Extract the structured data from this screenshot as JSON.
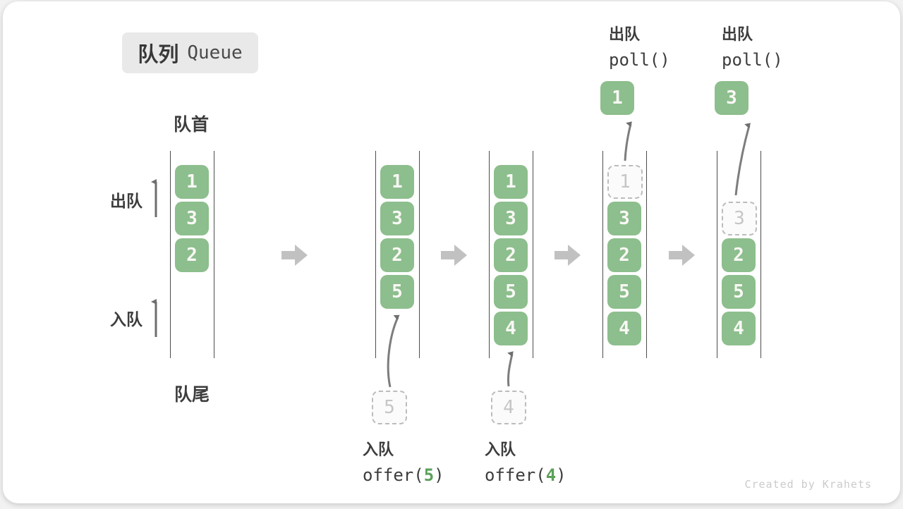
{
  "title": {
    "zh": "队列",
    "en": "Queue"
  },
  "side_labels": {
    "front": "队首",
    "rear": "队尾",
    "dequeue": "出队",
    "enqueue": "入队"
  },
  "colors": {
    "box_green": "#8dbe8d",
    "box_text": "#f8f8f5",
    "accent_green": "#5ba05b",
    "text_dark": "#3d3d3d",
    "rail_line": "#4d4d4d",
    "flow_arrow_gray": "#c1c1c1",
    "thin_arrow_gray": "#7d7d7d",
    "dashed_border": "#bcbcbc",
    "dashed_text": "#c6c6c6",
    "title_chip_bg": "#e9e9e9",
    "watermark_gray": "#cbcbcb"
  },
  "states": [
    {
      "name": "state-1-initial",
      "boxes": [
        {
          "value": "1",
          "slot": 0,
          "style": "solid"
        },
        {
          "value": "3",
          "slot": 1,
          "style": "solid"
        },
        {
          "value": "2",
          "slot": 2,
          "style": "solid"
        }
      ]
    },
    {
      "name": "state-2-after-offer-5",
      "boxes": [
        {
          "value": "1",
          "slot": 0,
          "style": "solid"
        },
        {
          "value": "3",
          "slot": 1,
          "style": "solid"
        },
        {
          "value": "2",
          "slot": 2,
          "style": "solid"
        },
        {
          "value": "5",
          "slot": 3,
          "style": "solid"
        }
      ],
      "pending": {
        "value": "5"
      }
    },
    {
      "name": "state-3-after-offer-4",
      "boxes": [
        {
          "value": "1",
          "slot": 0,
          "style": "solid"
        },
        {
          "value": "3",
          "slot": 1,
          "style": "solid"
        },
        {
          "value": "2",
          "slot": 2,
          "style": "solid"
        },
        {
          "value": "5",
          "slot": 3,
          "style": "solid"
        },
        {
          "value": "4",
          "slot": 4,
          "style": "solid"
        }
      ],
      "pending": {
        "value": "4"
      }
    },
    {
      "name": "state-4-after-poll-1",
      "boxes": [
        {
          "value": "1",
          "slot": 0,
          "style": "dashed"
        },
        {
          "value": "3",
          "slot": 1,
          "style": "solid"
        },
        {
          "value": "2",
          "slot": 2,
          "style": "solid"
        },
        {
          "value": "5",
          "slot": 3,
          "style": "solid"
        },
        {
          "value": "4",
          "slot": 4,
          "style": "solid"
        }
      ],
      "flying": {
        "value": "1"
      }
    },
    {
      "name": "state-5-after-poll-3",
      "boxes": [
        {
          "value": "3",
          "slot": 1,
          "style": "dashed"
        },
        {
          "value": "2",
          "slot": 2,
          "style": "solid"
        },
        {
          "value": "5",
          "slot": 3,
          "style": "solid"
        },
        {
          "value": "4",
          "slot": 4,
          "style": "solid"
        }
      ],
      "flying": {
        "value": "3"
      }
    }
  ],
  "operations_below": [
    {
      "zh": "入队",
      "code_pre": "offer(",
      "arg": "5",
      "code_post": ")"
    },
    {
      "zh": "入队",
      "code_pre": "offer(",
      "arg": "4",
      "code_post": ")"
    }
  ],
  "operations_above": [
    {
      "zh": "出队",
      "code": "poll()"
    },
    {
      "zh": "出队",
      "code": "poll()"
    }
  ],
  "watermark": "Created by Krahets"
}
